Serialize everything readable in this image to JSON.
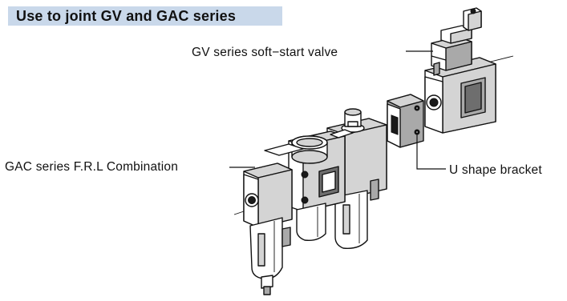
{
  "title": "Use to joint GV and GAC series",
  "labels": {
    "gv": "GV series soft−start valve",
    "gac": "GAC series F.R.L Combination",
    "bracket": "U shape bracket"
  },
  "colors": {
    "title_band": "#c9d8ea",
    "ink": "#111111"
  }
}
